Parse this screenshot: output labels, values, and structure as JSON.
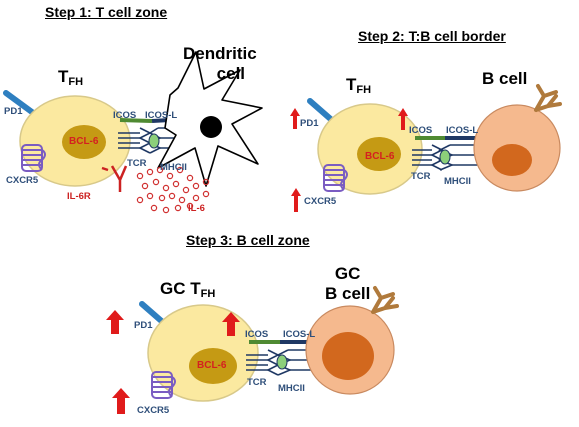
{
  "steps": [
    {
      "title": "Step 1: T cell zone",
      "tfh": "T",
      "tfh_sub": "FH",
      "partner": "Dendritic cell",
      "partner_lines": [
        "Dendritic",
        "cell"
      ],
      "labels": {
        "pd1": "PD1",
        "cxcr5": "CXCR5",
        "bcl6": "BCL-6",
        "icos": "ICOS",
        "icosl": "ICOS-L",
        "tcr": "TCR",
        "mhcii": "MHCII",
        "il6r": "IL-6R",
        "il6": "IL-6"
      }
    },
    {
      "title": "Step 2: T:B cell border",
      "tfh": "T",
      "tfh_sub": "FH",
      "partner": "B cell",
      "labels": {
        "pd1": "PD1",
        "cxcr5": "CXCR5",
        "bcl6": "BCL-6",
        "icos": "ICOS",
        "icosl": "ICOS-L",
        "tcr": "TCR",
        "mhcii": "MHCII"
      }
    },
    {
      "title": "Step 3: B cell zone",
      "tfh": "GC T",
      "tfh_sub": "FH",
      "partner_lines": [
        "GC",
        "B cell"
      ],
      "labels": {
        "pd1": "PD1",
        "cxcr5": "CXCR5",
        "bcl6": "BCL-6",
        "icos": "ICOS",
        "icosl": "ICOS-L",
        "tcr": "TCR",
        "mhcii": "MHCII"
      }
    }
  ],
  "colors": {
    "tcell_fill": "#fbe9a0",
    "tcell_stroke": "#c9b870",
    "nucleus_fill": "#c59a14",
    "bcell_fill": "#f5b98e",
    "bcell_nucleus": "#d2681e",
    "pd1": "#2e7fc0",
    "cxcr5": "#7a5cc2",
    "icos": "#4f8a32",
    "icosl": "#1f3864",
    "arrow": "#e01b1b",
    "il6": "#d03030"
  }
}
